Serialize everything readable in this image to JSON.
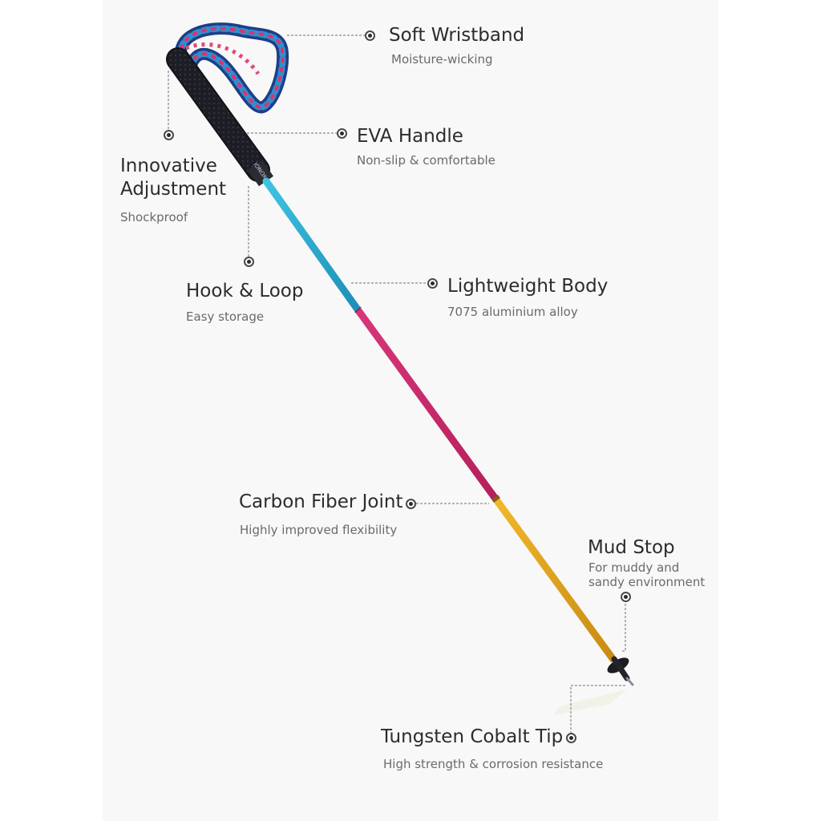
{
  "features": {
    "soft_wristband": {
      "title": "Soft Wristband",
      "desc": "Moisture-wicking"
    },
    "eva_handle": {
      "title": "EVA Handle",
      "desc": "Non-slip & comfortable"
    },
    "innovative_adjustment": {
      "title": "Innovative\nAdjustment",
      "desc": "Shockproof"
    },
    "hook_loop": {
      "title": "Hook & Loop",
      "desc": "Easy storage"
    },
    "lightweight_body": {
      "title": "Lightweight Body",
      "desc": "7075 aluminium alloy"
    },
    "carbon_fiber_joint": {
      "title": "Carbon Fiber Joint",
      "desc": "Highly improved flexibility"
    },
    "mud_stop": {
      "title": "Mud Stop",
      "desc": "For muddy and\nsandy environment"
    },
    "tungsten_tip": {
      "title": "Tungsten Cobalt Tip",
      "desc": "High strength & corrosion resistance"
    }
  },
  "product": {
    "handle_logo": "IONOX"
  },
  "colors": {
    "background": "#f8f8f8",
    "shaft_blue": "#2aa6c9",
    "shaft_pink": "#c9296a",
    "shaft_gold": "#e2a51e",
    "handle": "#1e1f26",
    "strap_navy": "#1e3f86",
    "strap_blue": "#2f8fd0",
    "strap_pink": "#e0306a"
  }
}
